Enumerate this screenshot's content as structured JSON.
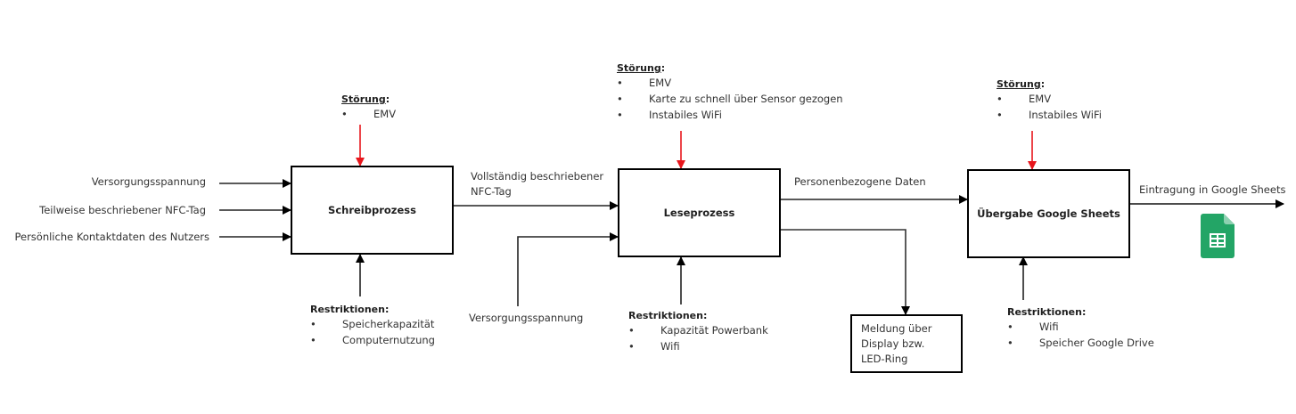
{
  "processes": [
    {
      "id": "schreib",
      "title": "Schreibprozess"
    },
    {
      "id": "lese",
      "title": "Leseprozess"
    },
    {
      "id": "uebergabe",
      "title": "Übergabe Google Sheets"
    }
  ],
  "inputs": {
    "schreib": [
      "Versorgungsspannung",
      "Teilweise beschriebener NFC-Tag",
      "Persönliche Kontaktdaten des Nutzers"
    ],
    "lese_bottom": "Versorgungsspannung"
  },
  "flows": {
    "schreib_to_lese": [
      "Vollständig beschriebener",
      "NFC-Tag"
    ],
    "lese_to_uebergabe": "Personenbezogene Daten",
    "uebergabe_output": "Eintragung in Google Sheets"
  },
  "disturbances": {
    "title": "Störung",
    "schreib": [
      "EMV"
    ],
    "lese": [
      "EMV",
      "Karte zu schnell über Sensor gezogen",
      "Instabiles WiFi"
    ],
    "uebergabe": [
      "EMV",
      "Instabiles WiFi"
    ]
  },
  "restrictions": {
    "title": "Restriktionen:",
    "schreib": [
      "Speicherkapazität",
      "Computernutzung"
    ],
    "lese": [
      "Kapazität Powerbank",
      "Wifi"
    ],
    "uebergabe": [
      "Wifi",
      "Speicher Google Drive"
    ]
  },
  "message_box": [
    "Meldung über",
    "Display bzw.",
    "LED-Ring"
  ],
  "bullet": "•",
  "icons": {
    "sheets": "google-sheets-icon"
  },
  "colors": {
    "disturbance_arrow": "#e8161c",
    "flow_arrow": "#000000",
    "sheets_green": "#23a566",
    "sheets_fold": "#8ed1b1"
  }
}
